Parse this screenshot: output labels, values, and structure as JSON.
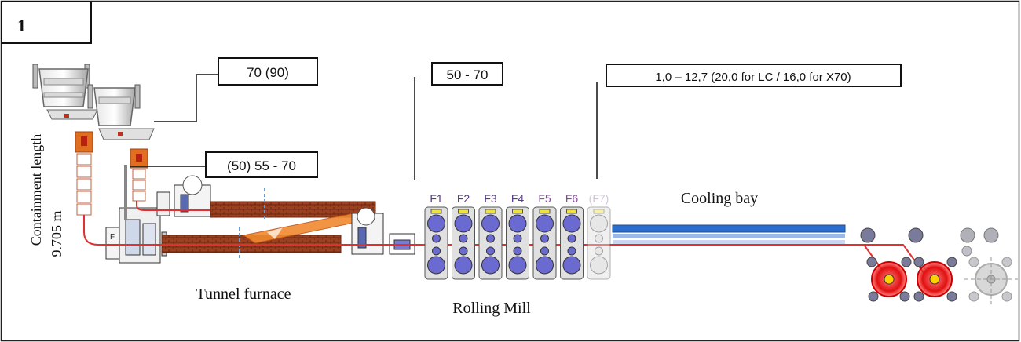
{
  "panel_label": "1",
  "callouts": {
    "ladle_thickness": "70 (90)",
    "furnace_thickness": "(50) 55 - 70",
    "mill_entry_thickness": "50 - 70",
    "final_thickness": "1,0 – 12,7 (20,0 for LC / 16,0 for X70)"
  },
  "labels": {
    "containment_line1": "Containment length",
    "containment_line2": "9.705 m",
    "tunnel_furnace": "Tunnel furnace",
    "rolling_mill": "Rolling Mill",
    "cooling_bay": "Cooling bay"
  },
  "stands": [
    {
      "label": "F1",
      "color": "#5a3a8a"
    },
    {
      "label": "F2",
      "color": "#5a3a8a"
    },
    {
      "label": "F3",
      "color": "#5a3a8a"
    },
    {
      "label": "F4",
      "color": "#5a3a8a"
    },
    {
      "label": "F5",
      "color": "#8a4aa0"
    },
    {
      "label": "F6",
      "color": "#8a4aa0"
    },
    {
      "label": "(F7)",
      "color": "#a07ab0"
    }
  ],
  "colors": {
    "strip_line": "#e03030",
    "furnace_brick": "#8b3a1a",
    "roll_fill": "#6a6ad0",
    "cooling_bay": "#2a6fd0",
    "coiler_red": "#e01010",
    "accent_orange": "#e07020"
  }
}
